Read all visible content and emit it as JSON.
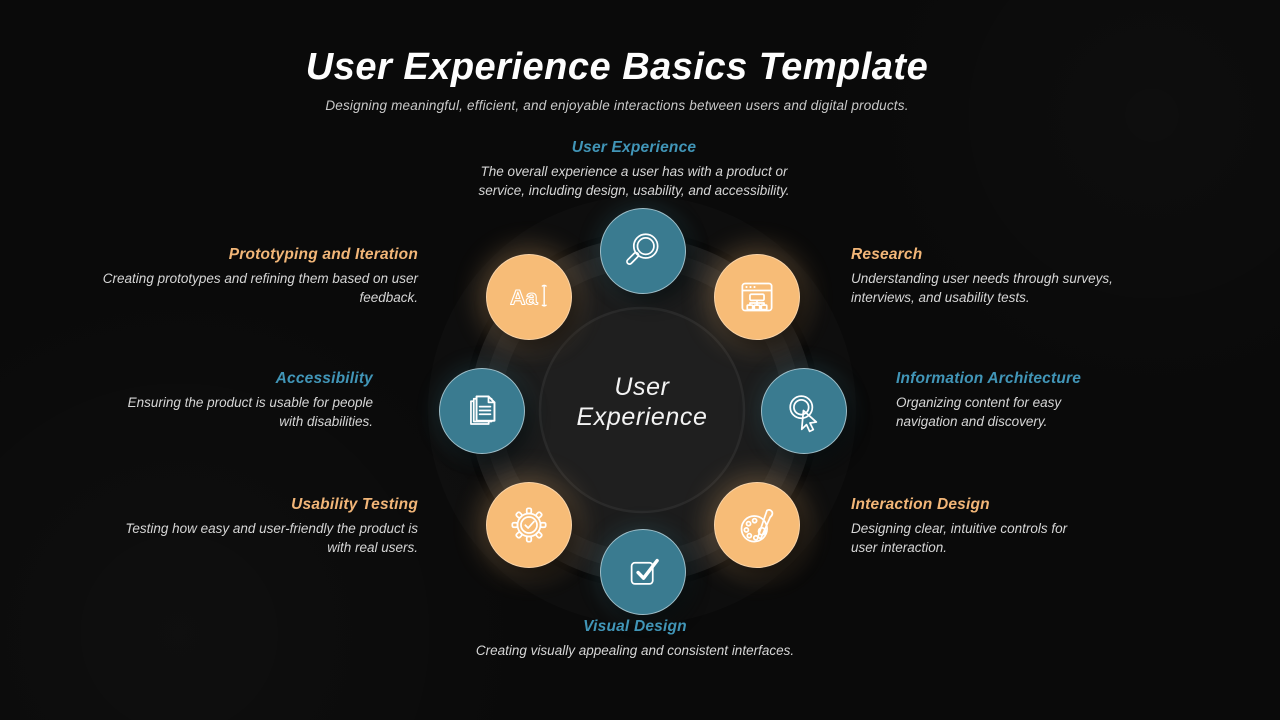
{
  "slide": {
    "title": "User Experience Basics Template",
    "subtitle": "Designing meaningful, efficient, and enjoyable interactions between users and digital products."
  },
  "center": {
    "line1": "User",
    "line2": "Experience"
  },
  "colors": {
    "background": "#0a0a0a",
    "teal_bubble": "#3a7b90",
    "orange_bubble": "#f7bc77",
    "teal_heading": "#4195b7",
    "orange_heading": "#f2b678",
    "body_text": "#d6d6d6"
  },
  "icons": {
    "typography_glyph": "Aa"
  },
  "sections": [
    {
      "label": "User Experience",
      "description": "The overall experience a user has with a product or service, including design, usability, and accessibility.",
      "accent": "teal",
      "icon": "magnifier-search-icon",
      "position": "top"
    },
    {
      "label": "Research",
      "description": "Understanding user needs through surveys, interviews, and usability tests.",
      "accent": "orange",
      "icon": "sitemap-browser-icon",
      "position": "top-right"
    },
    {
      "label": "Information Architecture",
      "description": "Organizing content for easy navigation and discovery.",
      "accent": "teal",
      "icon": "click-cursor-icon",
      "position": "right"
    },
    {
      "label": "Interaction Design",
      "description": "Designing clear, intuitive controls for user interaction.",
      "accent": "orange",
      "icon": "palette-brush-icon",
      "position": "bottom-right"
    },
    {
      "label": "Visual Design",
      "description": "Creating visually appealing and consistent interfaces.",
      "accent": "teal",
      "icon": "checkbox-icon",
      "position": "bottom"
    },
    {
      "label": "Usability Testing",
      "description": "Testing how easy and user-friendly the product is with real users.",
      "accent": "orange",
      "icon": "gear-check-icon",
      "position": "bottom-left"
    },
    {
      "label": "Accessibility",
      "description": "Ensuring the product is usable for people with disabilities.",
      "accent": "teal",
      "icon": "documents-icon",
      "position": "left"
    },
    {
      "label": "Prototyping and Iteration",
      "description": "Creating prototypes and refining them based on user feedback.",
      "accent": "orange",
      "icon": "typography-icon",
      "position": "top-left"
    }
  ]
}
